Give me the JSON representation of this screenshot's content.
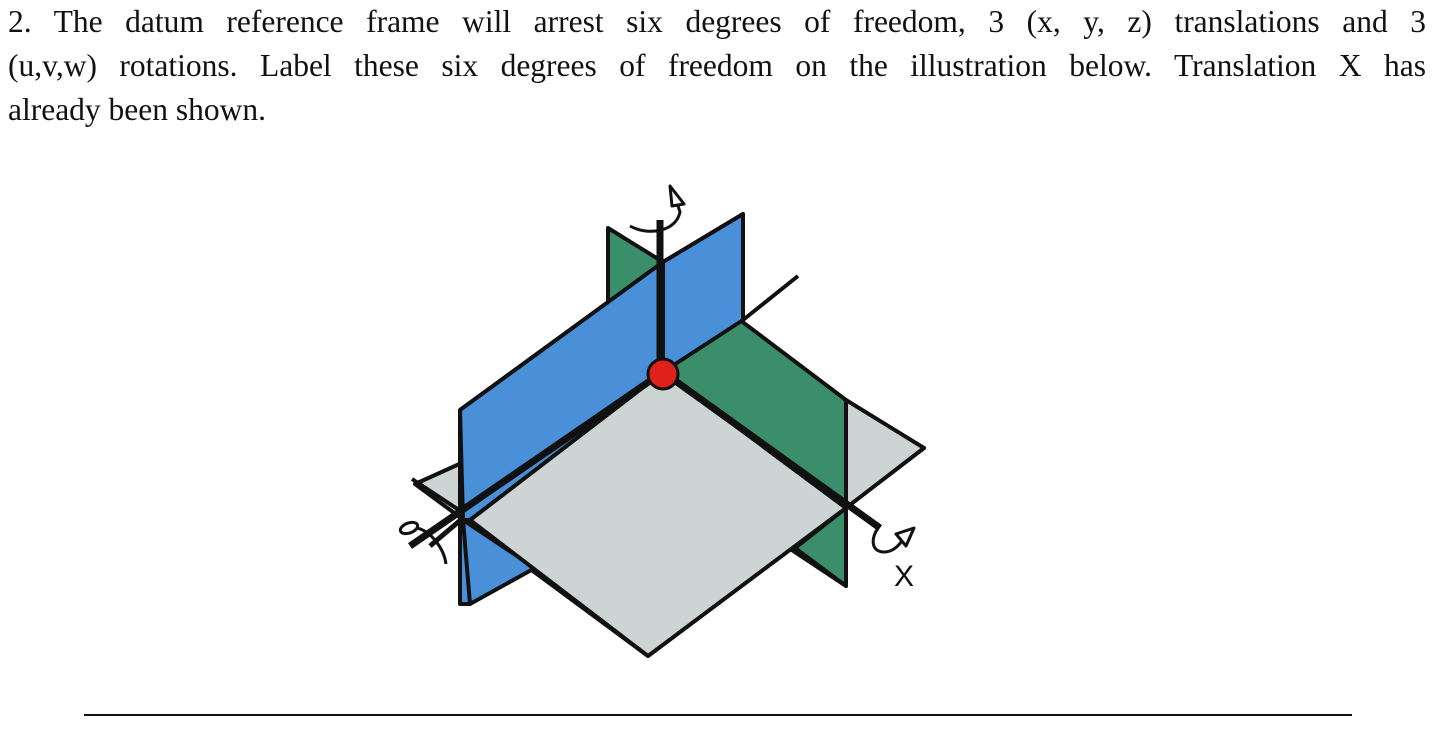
{
  "question": {
    "lines": [
      "2. The datum reference frame will arrest six degrees of freedom, 3 (x, y, z) translations and 3",
      "(u,v,w) rotations.  Label these six degrees of freedom on the illustration below. Translation X has",
      "already been shown."
    ]
  },
  "figure": {
    "axis_label_x": "X",
    "colors": {
      "horizontal_plane": "#ccd4d4",
      "blue_plane": "#4a90d9",
      "green_plane": "#3a8f6a",
      "origin_point": "#e0201a",
      "outline": "#111111"
    }
  },
  "answer": {
    "blank_line": true
  }
}
